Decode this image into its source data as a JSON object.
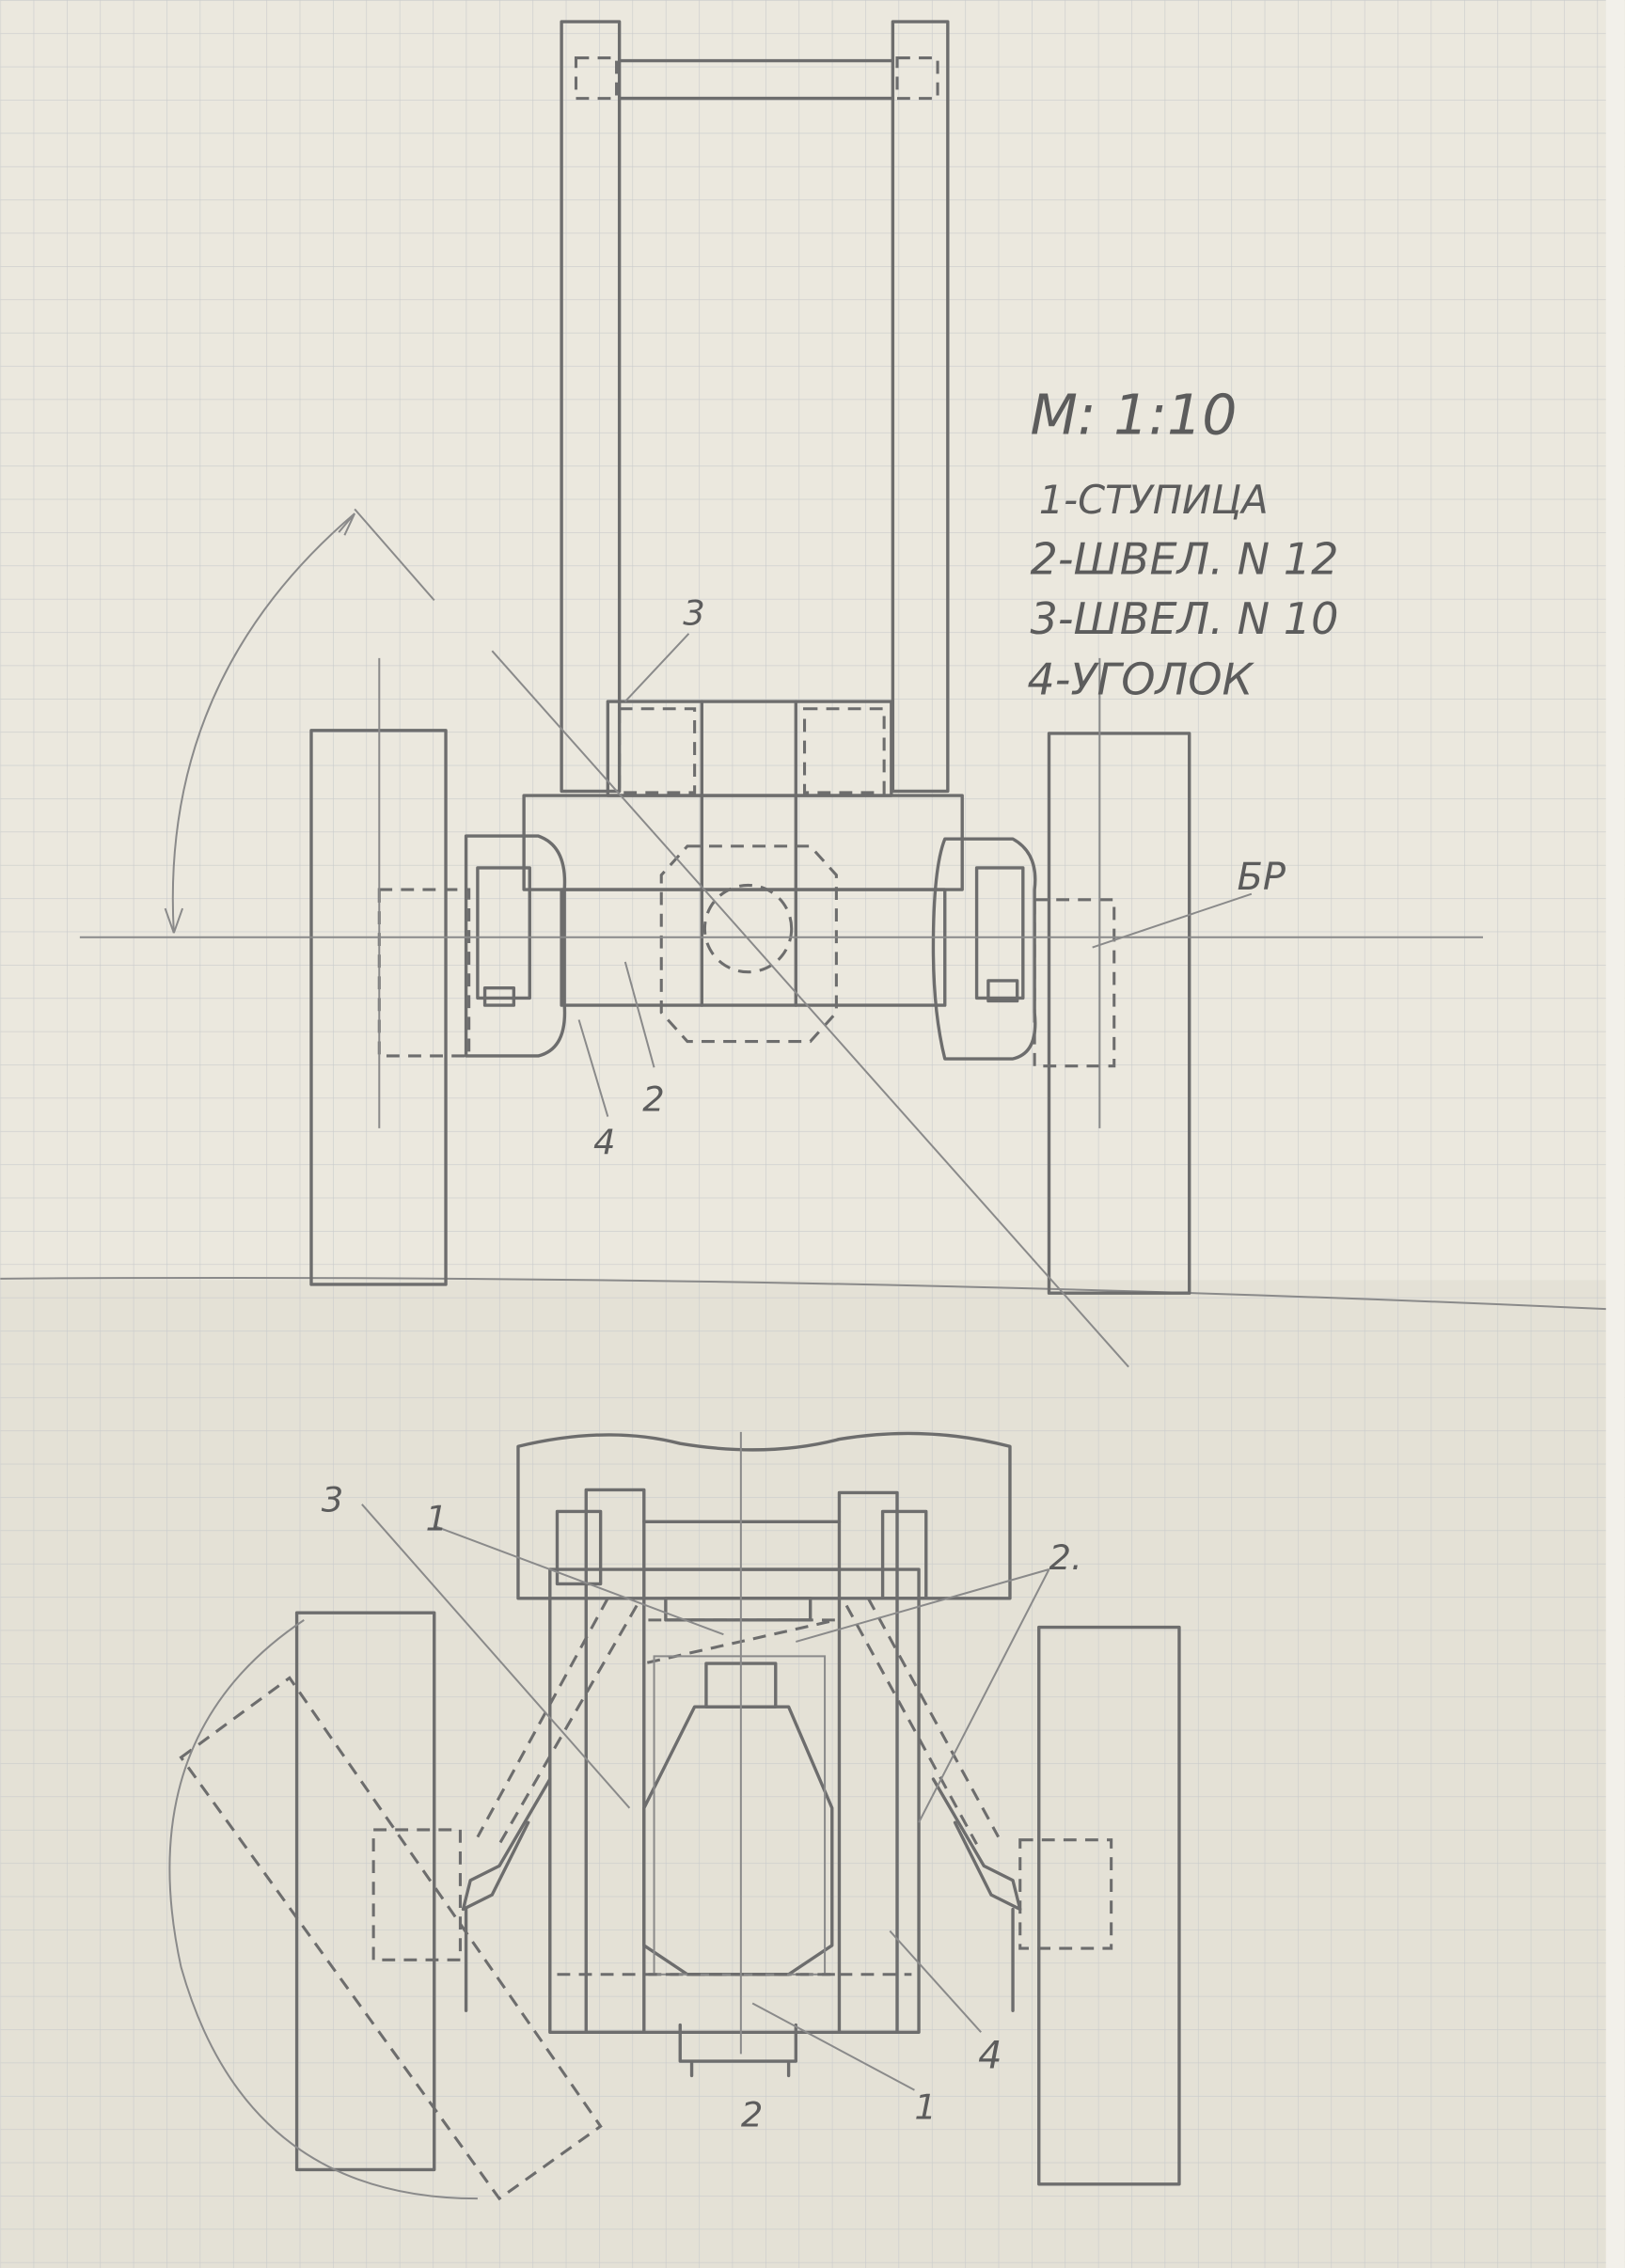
{
  "legend": {
    "scale": "M: 1:10",
    "items": [
      "1-СТУПИЦА",
      "2-ШВЕЛ. N 12",
      "3-ШВЕЛ. N 10",
      "4-УГОЛОК"
    ]
  },
  "top_view": {
    "callouts": {
      "c3": "3",
      "c2": "2",
      "c4": "4",
      "br": "БР"
    }
  },
  "bottom_view": {
    "callouts": {
      "c3": "3",
      "c1a": "1",
      "c2a": "2.",
      "c4": "4",
      "c1b": "1",
      "c2b": "2"
    }
  },
  "colors": {
    "paper": "#e9e6dc",
    "grid": "#c9cbcc",
    "pencil": "#6d6d6d"
  }
}
